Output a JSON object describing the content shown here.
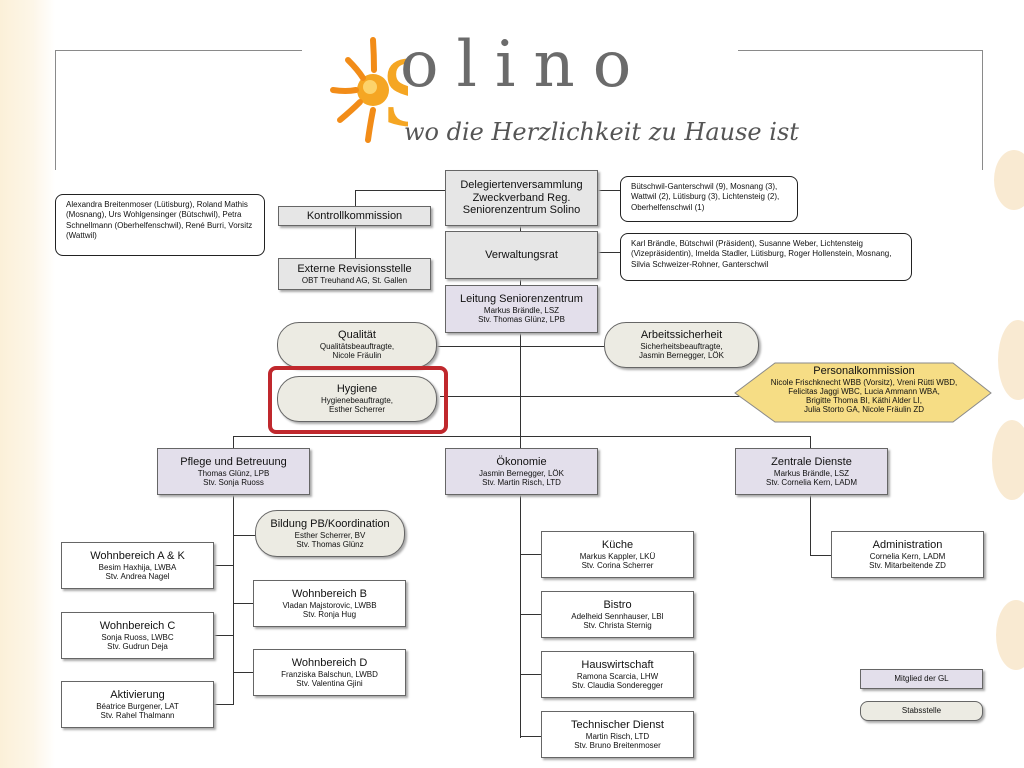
{
  "logo": {
    "word": "olino",
    "initial": "S",
    "tagline": "wo die Herzlichkeit zu Hause ist"
  },
  "colors": {
    "gl_member": "#e3dfeb",
    "staff": "#ecebe3",
    "personal": "#f6dd85",
    "highlight": "#c0282d",
    "sun": "#f5a623"
  },
  "top": {
    "delegierten": {
      "title": "Delegiertenversammlung Zweckverband Reg. Seniorenzentrum Solino"
    },
    "delegierten_note": "Bütschwil-Ganterschwil (9), Mosnang (3), Wattwil (2), Lütisburg (3), Lichtensteig (2), Oberhelfenschwil (1)",
    "verwaltungsrat": {
      "title": "Verwaltungsrat"
    },
    "verwaltungsrat_note": "Karl Brändle, Bütschwil (Präsident), Susanne Weber, Lichtensteig (Vizepräsidentin), Imelda Stadler, Lütisburg, Roger Hollenstein, Mosnang, Silvia Schweizer-Rohner, Ganterschwil",
    "leitung": {
      "title": "Leitung Seniorenzentrum",
      "line1": "Markus Brändle, LSZ",
      "line2": "Stv. Thomas Glünz, LPB"
    }
  },
  "left_side": {
    "kontroll_note": "Alexandra Breitenmoser (Lütisburg), Roland Mathis (Mosnang), Urs Wohlgensinger (Bütschwil), Petra Schnellmann (Oberhelfenschwil), René Burri, Vorsitz (Wattwil)",
    "kontrollkommission": {
      "title": "Kontrollkommission"
    },
    "revision": {
      "title": "Externe Revisionsstelle",
      "line1": "OBT Treuhand AG, St. Gallen"
    }
  },
  "staff": {
    "qualitaet": {
      "title": "Qualität",
      "line1": "Qualitätsbeauftragte,",
      "line2": "Nicole Fräulin"
    },
    "hygiene": {
      "title": "Hygiene",
      "line1": "Hygienebeauftragte,",
      "line2": "Esther Scherrer"
    },
    "arbeitssicherheit": {
      "title": "Arbeitssicherheit",
      "line1": "Sicherheitsbeauftragte,",
      "line2": "Jasmin Bernegger, LÖK"
    },
    "personalkommission": {
      "title": "Personalkommission",
      "line1": "Nicole Frischknecht WBB (Vorsitz), Vreni Rütti WBD,",
      "line2": "Felicitas Jaggi WBC, Lucia Ammann WBA,",
      "line3": "Brigitte Thoma BI, Käthi Alder LI,",
      "line4": "Julia Storto GA, Nicole Fräulin ZD"
    }
  },
  "departments": {
    "pflege": {
      "title": "Pflege und Betreuung",
      "line1": "Thomas Glünz, LPB",
      "line2": "Stv. Sonja Ruoss"
    },
    "oekonomie": {
      "title": "Ökonomie",
      "line1": "Jasmin Bernegger, LÖK",
      "line2": "Stv. Martin Risch, LTD"
    },
    "zentrale": {
      "title": "Zentrale Dienste",
      "line1": "Markus Brändle, LSZ",
      "line2": "Stv. Cornelia Kern, LADM"
    }
  },
  "pflege_units": {
    "bildung": {
      "title": "Bildung PB/Koordination",
      "line1": "Esther Scherrer, BV",
      "line2": "Stv. Thomas Glünz"
    },
    "wba": {
      "title": "Wohnbereich A & K",
      "line1": "Besim Haxhija, LWBA",
      "line2": "Stv. Andrea Nagel"
    },
    "wbb": {
      "title": "Wohnbereich B",
      "line1": "Vladan Majstorovic, LWBB",
      "line2": "Stv. Ronja Hug"
    },
    "wbc": {
      "title": "Wohnbereich C",
      "line1": "Sonja Ruoss, LWBC",
      "line2": "Stv. Gudrun Deja"
    },
    "wbd": {
      "title": "Wohnbereich D",
      "line1": "Franziska Balschun, LWBD",
      "line2": "Stv. Valentina Gjini"
    },
    "aktivierung": {
      "title": "Aktivierung",
      "line1": "Béatrice Burgener, LAT",
      "line2": "Stv. Rahel Thalmann"
    }
  },
  "oekonomie_units": {
    "kueche": {
      "title": "Küche",
      "line1": "Markus Kappler, LKÜ",
      "line2": "Stv. Corina Scherrer"
    },
    "bistro": {
      "title": "Bistro",
      "line1": "Adelheid Sennhauser, LBI",
      "line2": "Stv. Christa Sternig"
    },
    "hauswirtschaft": {
      "title": "Hauswirtschaft",
      "line1": "Ramona Scarcia, LHW",
      "line2": "Stv. Claudia Sonderegger"
    },
    "technisch": {
      "title": "Technischer Dienst",
      "line1": "Martin Risch, LTD",
      "line2": "Stv. Bruno Breitenmoser"
    }
  },
  "zentrale_units": {
    "administration": {
      "title": "Administration",
      "line1": "Cornelia Kern, LADM",
      "line2": "Stv. Mitarbeitende ZD"
    }
  },
  "legend": {
    "gl": "Mitglied der GL",
    "stab": "Stabsstelle"
  }
}
